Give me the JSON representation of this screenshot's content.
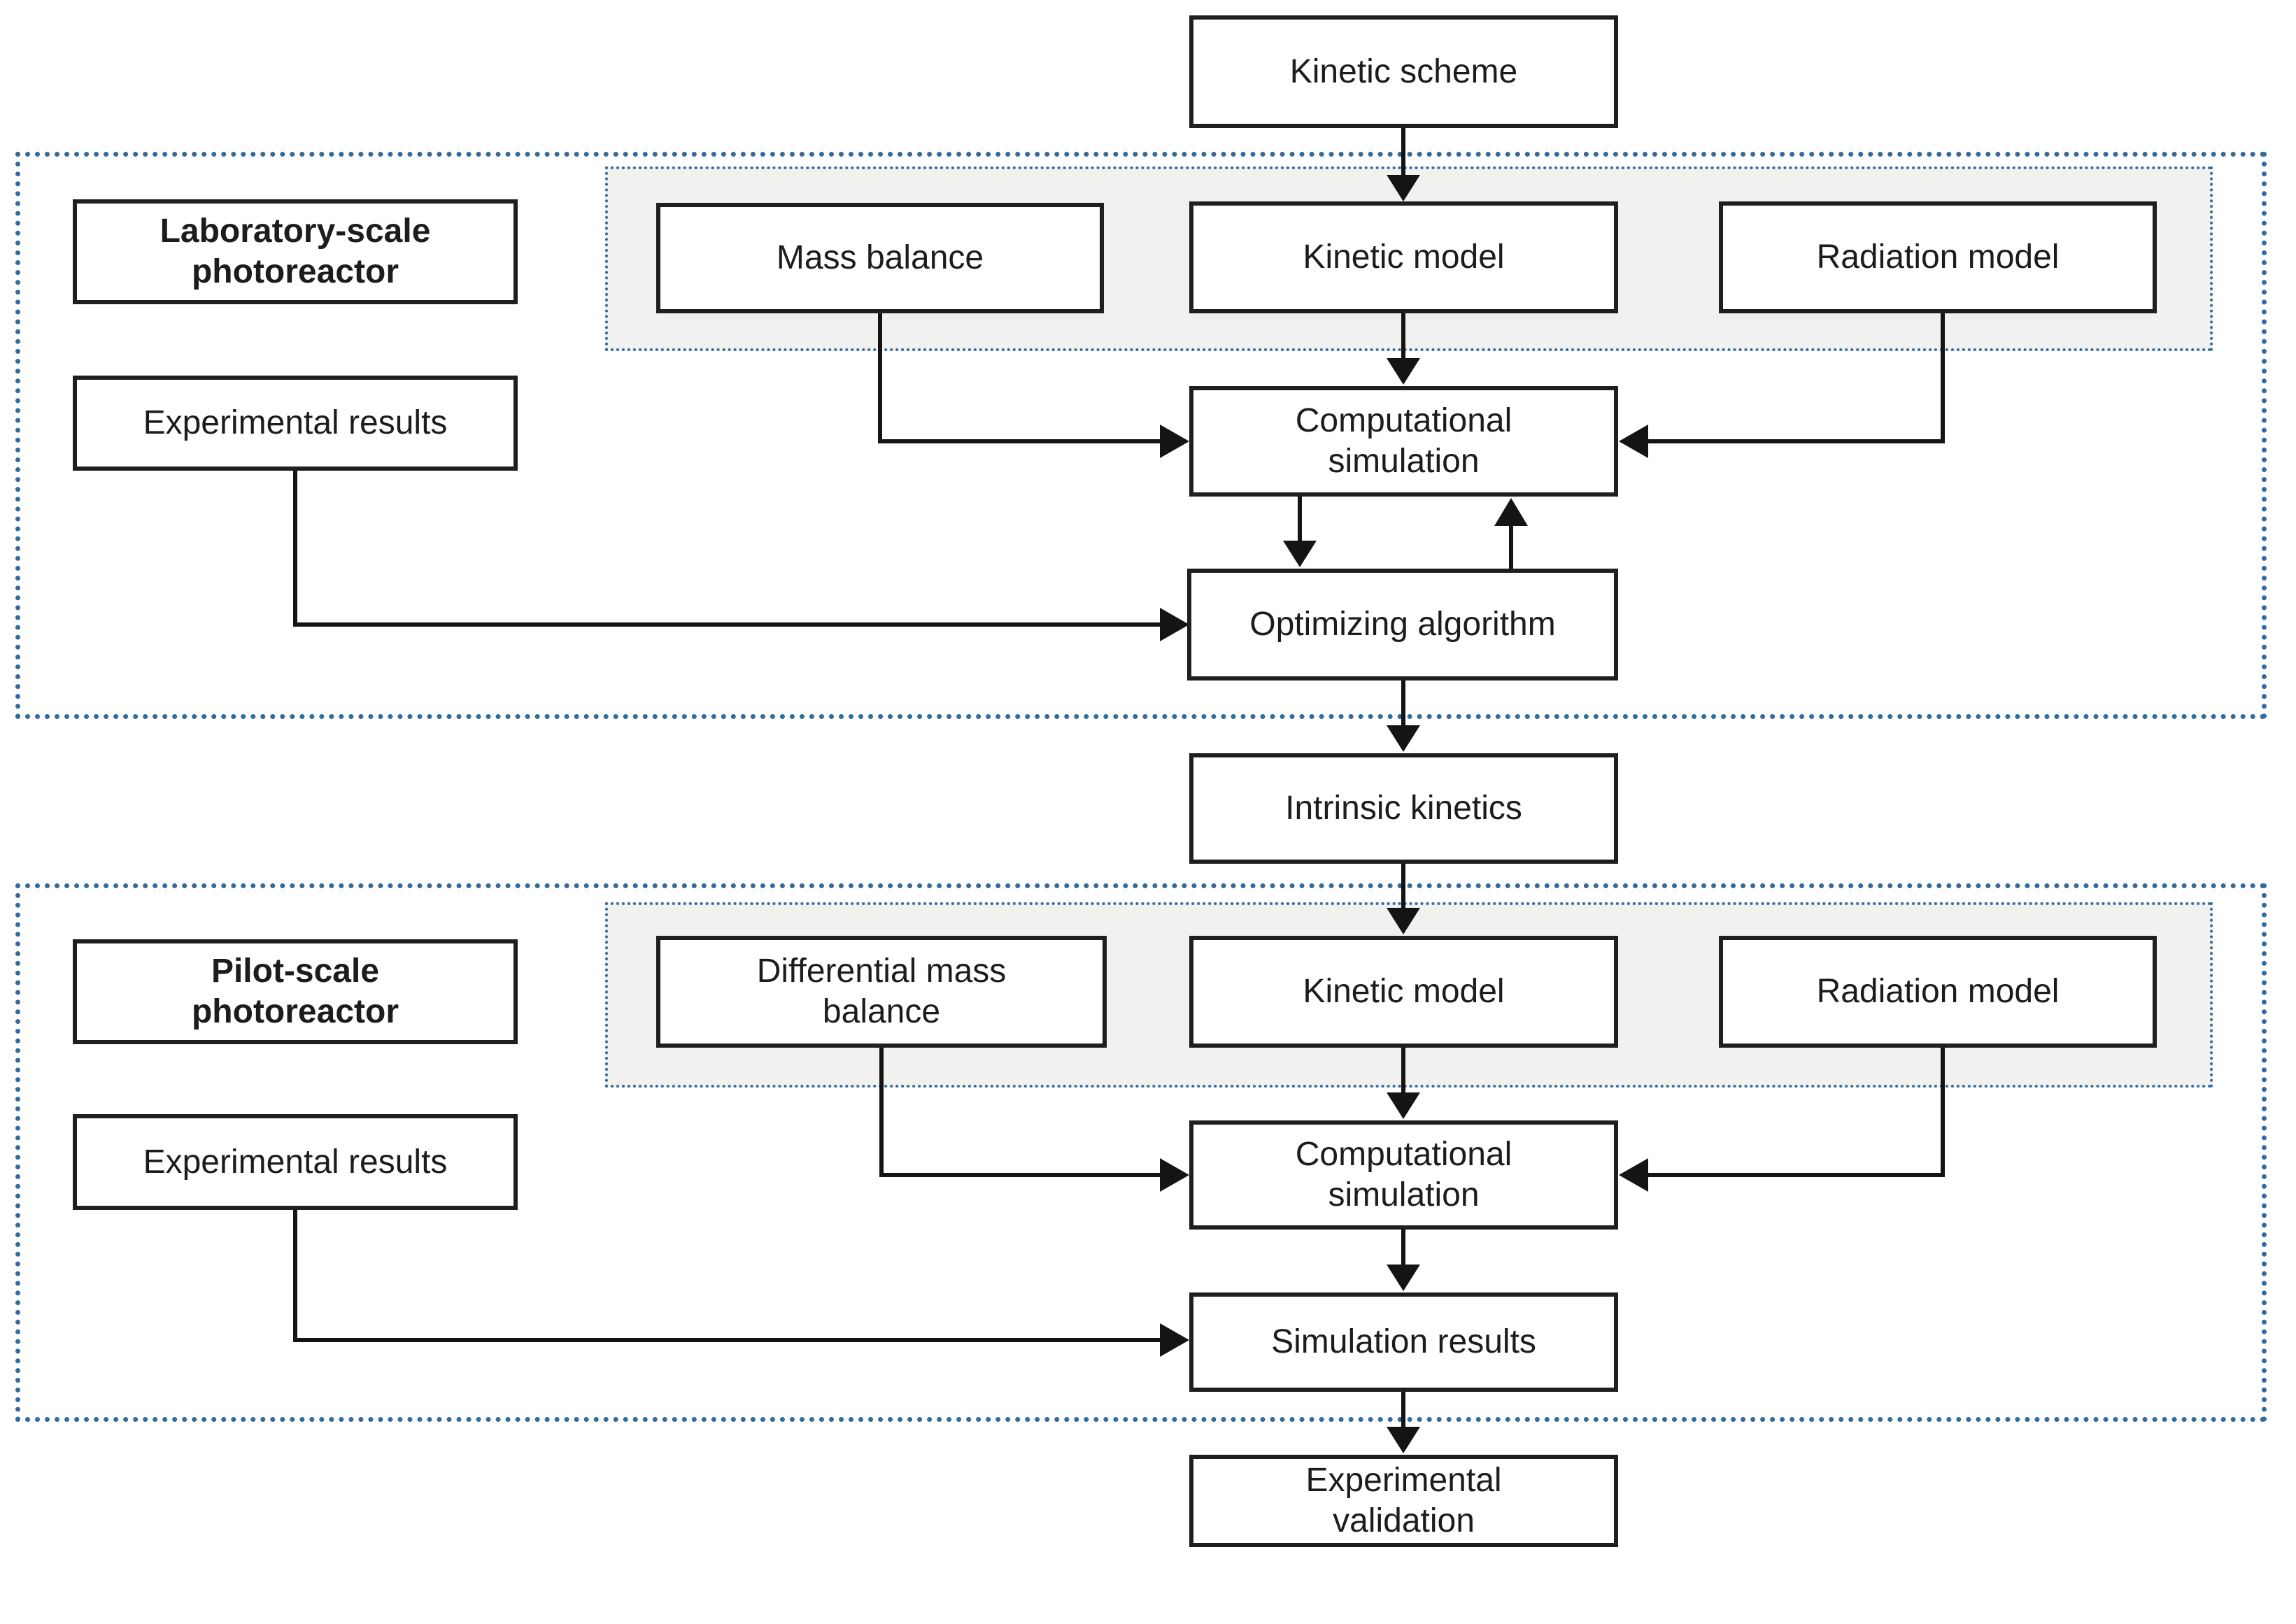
{
  "diagram": {
    "nodes": {
      "kinetic_scheme": {
        "label": "Kinetic scheme"
      },
      "lab_photoreactor": {
        "label": "Laboratory-scale\nphotoreactor"
      },
      "mass_balance": {
        "label": "Mass balance"
      },
      "kinetic_model_lab": {
        "label": "Kinetic model"
      },
      "radiation_model_lab": {
        "label": "Radiation model"
      },
      "experimental_results_lab": {
        "label": "Experimental results"
      },
      "computational_simulation_lab": {
        "label": "Computational\nsimulation"
      },
      "optimizing_algorithm": {
        "label": "Optimizing algorithm"
      },
      "intrinsic_kinetics": {
        "label": "Intrinsic kinetics"
      },
      "pilot_photoreactor": {
        "label": "Pilot-scale\nphotoreactor"
      },
      "differential_mass_balance": {
        "label": "Differential mass\nbalance"
      },
      "kinetic_model_pilot": {
        "label": "Kinetic model"
      },
      "radiation_model_pilot": {
        "label": "Radiation model"
      },
      "experimental_results_pilot": {
        "label": "Experimental results"
      },
      "computational_simulation_pilot": {
        "label": "Computational\nsimulation"
      },
      "simulation_results": {
        "label": "Simulation results"
      },
      "experimental_validation": {
        "label": "Experimental\nvalidation"
      }
    },
    "edges": [
      {
        "from": "kinetic_scheme",
        "to": "kinetic_model_lab"
      },
      {
        "from": "lab_photoreactor",
        "to": "experimental_results_lab"
      },
      {
        "from": "mass_balance",
        "to": "computational_simulation_lab"
      },
      {
        "from": "kinetic_model_lab",
        "to": "computational_simulation_lab"
      },
      {
        "from": "radiation_model_lab",
        "to": "computational_simulation_lab"
      },
      {
        "from": "computational_simulation_lab",
        "to": "optimizing_algorithm"
      },
      {
        "from": "optimizing_algorithm",
        "to": "computational_simulation_lab"
      },
      {
        "from": "experimental_results_lab",
        "to": "optimizing_algorithm"
      },
      {
        "from": "optimizing_algorithm",
        "to": "intrinsic_kinetics"
      },
      {
        "from": "intrinsic_kinetics",
        "to": "kinetic_model_pilot"
      },
      {
        "from": "pilot_photoreactor",
        "to": "experimental_results_pilot"
      },
      {
        "from": "differential_mass_balance",
        "to": "computational_simulation_pilot"
      },
      {
        "from": "kinetic_model_pilot",
        "to": "computational_simulation_pilot"
      },
      {
        "from": "radiation_model_pilot",
        "to": "computational_simulation_pilot"
      },
      {
        "from": "computational_simulation_pilot",
        "to": "simulation_results"
      },
      {
        "from": "experimental_results_pilot",
        "to": "simulation_results"
      },
      {
        "from": "simulation_results",
        "to": "experimental_validation"
      }
    ],
    "colors": {
      "dashed_border": "#336b9e",
      "panel_fill": "#f1f1f0",
      "box_border": "#1f1f1f",
      "arrow": "#141414",
      "background": "#ffffff"
    }
  }
}
